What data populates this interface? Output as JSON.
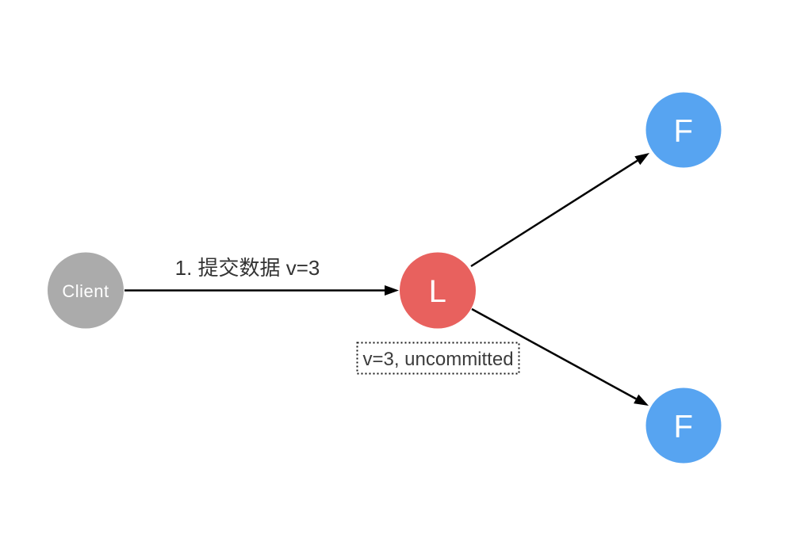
{
  "canvas": {
    "background": "#FFFFFF"
  },
  "nodes": {
    "client": {
      "label": "Client",
      "fill": "#ABABAB",
      "label_color": "#FFFFFF"
    },
    "leader": {
      "label": "L",
      "fill": "#E8615E",
      "label_color": "#FFFFFF"
    },
    "follower_top": {
      "label": "F",
      "fill": "#57A4F1",
      "label_color": "#FFFFFF"
    },
    "follower_bottom": {
      "label": "F",
      "fill": "#57A4F1",
      "label_color": "#FFFFFF"
    }
  },
  "edges": {
    "client_to_leader": {
      "label": "1. 提交数据 v=3",
      "label_color": "#333333",
      "color": "#000000"
    },
    "leader_to_follower_top": {
      "color": "#000000"
    },
    "leader_to_follower_bottom": {
      "color": "#000000"
    }
  },
  "annotation": {
    "text": "v=3, uncommitted",
    "text_color": "#3C3C3C",
    "border_color": "#1A1A1A"
  }
}
